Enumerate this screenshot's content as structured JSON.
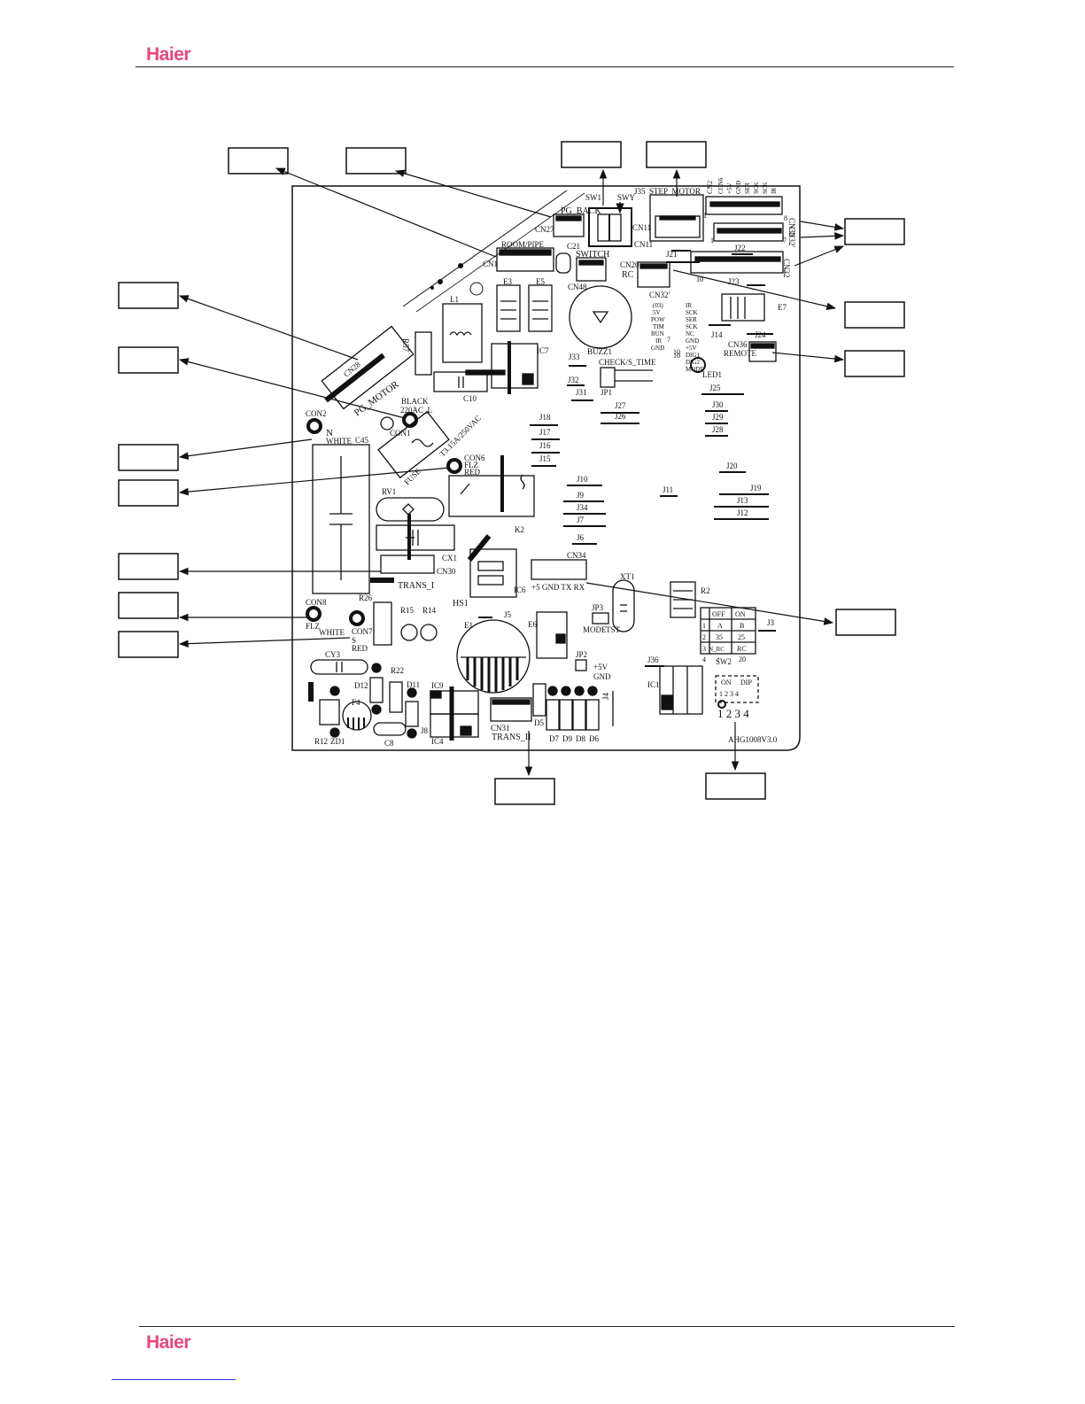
{
  "header": {
    "brand": "Haier"
  },
  "footer": {
    "brand": "Haier"
  },
  "colors": {
    "brand": "#e8477c",
    "ink": "#111111",
    "rule": "#222222",
    "link": "#2a2adf"
  },
  "board": {
    "revision": "AHG1008V3.0",
    "labels": [
      "PG_BACK",
      "CN27",
      "ROOM/PIPE",
      "CN1",
      "C21",
      "SWITCH",
      "CN48",
      "SW1",
      "SWY",
      "J35",
      "STEP_MOTOR",
      "CN11",
      "CN11",
      "J21",
      "CN2",
      "CN32",
      "CN32'",
      "CN32",
      "J22",
      "J23",
      "CN20",
      "RC",
      "CN32'",
      "BUZZ1",
      "L1",
      "E3",
      "E5",
      "IC7",
      "J33",
      "J32",
      "J31",
      "CHECK/S_TIME",
      "JP1",
      "C10",
      "CN28",
      "PG_MOTOR",
      "BLACK",
      "220AC_L",
      "CON1",
      "CON2",
      "N",
      "WHITE",
      "C45",
      "CON6",
      "FLZ",
      "RED",
      "T3.15A/250VAC",
      "FUSE",
      "R57",
      "J18",
      "J17",
      "J16",
      "J15",
      "J27",
      "J26",
      "J14",
      "E7",
      "J24",
      "CN36",
      "REMOTE",
      "LED1",
      "J25",
      "J30",
      "J29",
      "J28",
      "J20",
      "J19",
      "J13",
      "J12",
      "J11",
      "J10",
      "J9",
      "J34",
      "J7",
      "J6",
      "RV1",
      "K2",
      "CX1",
      "CN30",
      "TRANS_I",
      "HS1",
      "CN34",
      "+5 GND TX RX",
      "IC6",
      "J5",
      "XT1",
      "R2",
      "J3",
      "E6",
      "JP3",
      "MODE",
      "TST",
      "CON8",
      "FLZ",
      "WHITE",
      "CON7",
      "S",
      "RED",
      "R26",
      "R15",
      "R14",
      "E1",
      "CY3",
      "R22",
      "D12",
      "D11",
      "IC9",
      "IC4",
      "J8",
      "CN31",
      "TRANS_II",
      "D5",
      "D7",
      "D9",
      "D8",
      "D6",
      "JP2",
      "+5V",
      "GND",
      "J4",
      "J36",
      "IC1",
      "SW2",
      "R12",
      "ZD1",
      "F4",
      "C8"
    ],
    "pin_labels": [
      "CON6",
      "+5V",
      "GND",
      "SER",
      "SCK",
      "SCK",
      "IR"
    ],
    "pin_labels2": [
      "(03)",
      "5V",
      "POW",
      "TIM",
      "RUN",
      "IR",
      "GND"
    ],
    "pin_labels3": [
      "IR",
      "SCK",
      "SER",
      "SCK",
      "NC",
      "GND",
      "+5V",
      "DIG1",
      "DIG2",
      "MODE"
    ],
    "pin_numbers": [
      "1",
      "8",
      "7",
      "1",
      "10",
      "1",
      "10",
      "7",
      "10"
    ],
    "sw2_table": {
      "header": [
        "",
        "OFF",
        "ON"
      ],
      "rows": [
        [
          "1",
          "A",
          "B"
        ],
        [
          "2",
          "35",
          "25"
        ],
        [
          "3",
          "N_RC",
          "RC"
        ],
        [
          "4",
          "/",
          "20"
        ]
      ]
    },
    "dip": {
      "on": "ON",
      "dip": "DIP",
      "positions": "1 2 3 4",
      "numbers": "1 2 3 4"
    }
  }
}
